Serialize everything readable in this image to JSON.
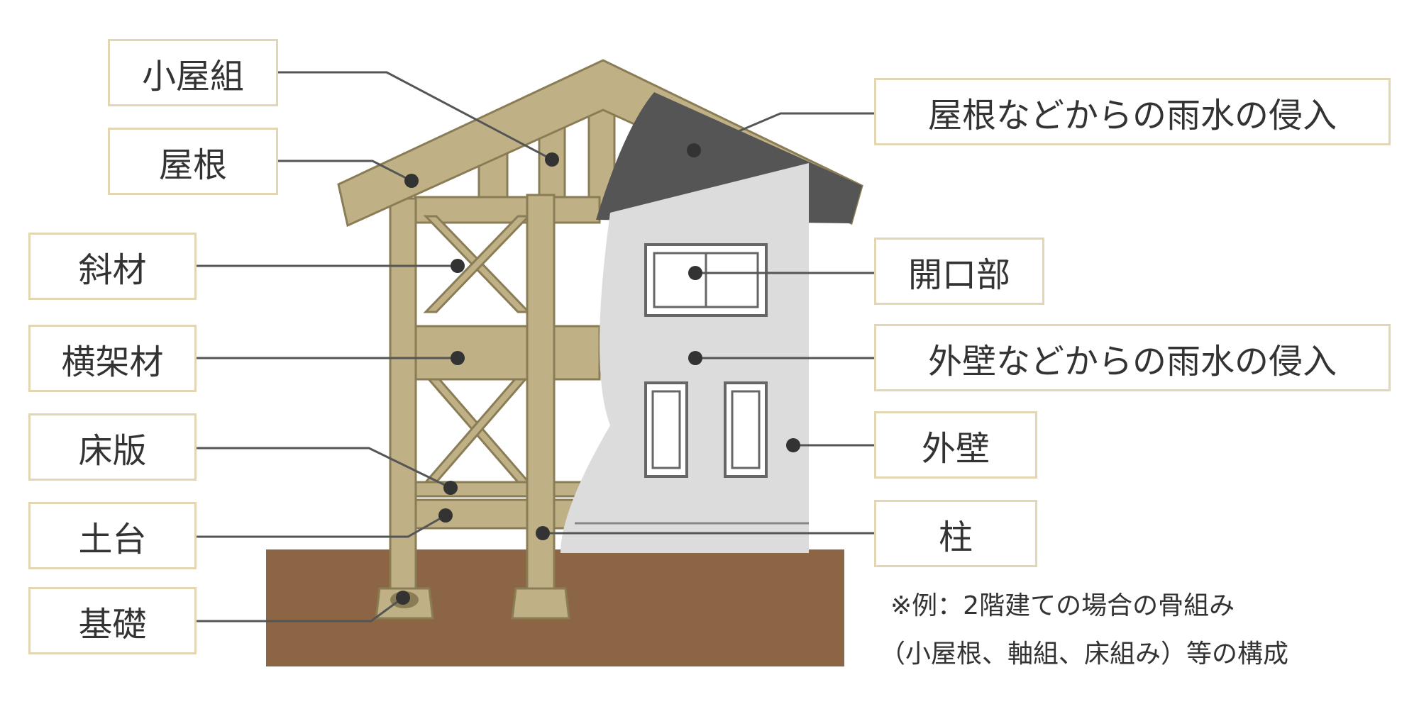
{
  "colors": {
    "wood": "#bfb086",
    "wood_stroke": "#8a7d55",
    "ground": "#8c6544",
    "wall": "#dcdcdc",
    "roof_dark": "#555555",
    "label_border": "#e2d7b2",
    "leader": "#555555",
    "dot": "#333333"
  },
  "labels": {
    "koyagumi": "小屋組",
    "yane": "屋根",
    "shazai": "斜材",
    "yokokazai": "横架材",
    "shoban": "床版",
    "dodai": "土台",
    "kiso": "基礎",
    "roof_leak": "屋根などからの雨水の侵入",
    "opening": "開口部",
    "wall_leak": "外壁などからの雨水の侵入",
    "gaiheki": "外壁",
    "hashira": "柱"
  },
  "note": {
    "line1": "※例：2階建ての場合の骨組み",
    "line2": "（小屋根、軸組、床組み）等の構成"
  }
}
